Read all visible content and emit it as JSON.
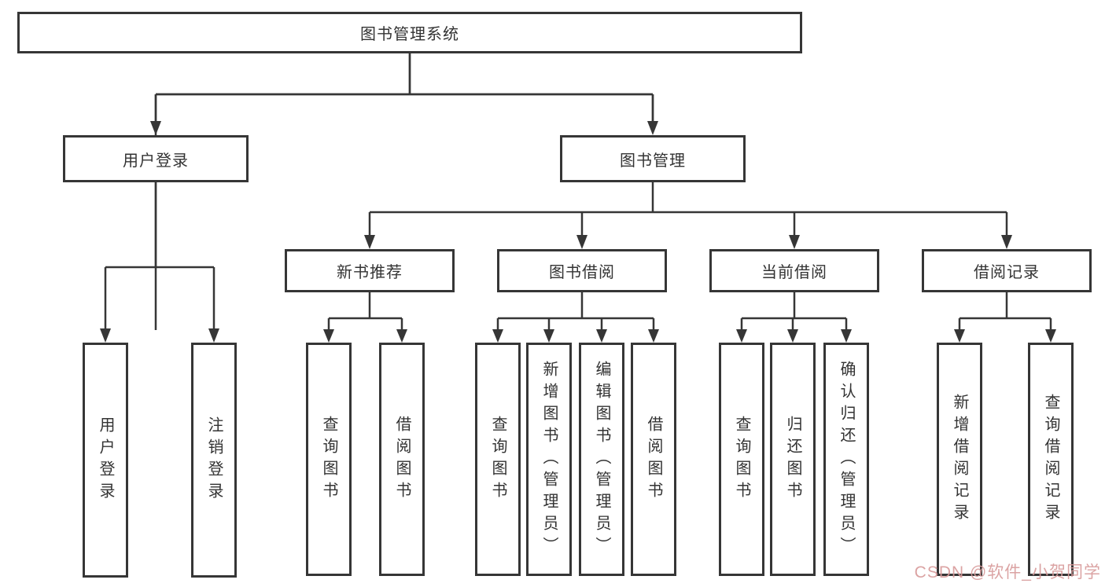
{
  "tree": {
    "root": {
      "label": "图书管理系统"
    },
    "children": [
      {
        "label": "用户登录",
        "children": [
          {
            "label": "用户登录"
          },
          {
            "label": "注销登录"
          }
        ]
      },
      {
        "label": "图书管理",
        "children": [
          {
            "label": "新书推荐",
            "children": [
              {
                "label": "查询图书"
              },
              {
                "label": "借阅图书"
              }
            ]
          },
          {
            "label": "图书借阅",
            "children": [
              {
                "label": "查询图书"
              },
              {
                "label": "新增图书（管理员）"
              },
              {
                "label": "编辑图书（管理员）"
              },
              {
                "label": "借阅图书"
              }
            ]
          },
          {
            "label": "当前借阅",
            "children": [
              {
                "label": "查询图书"
              },
              {
                "label": "归还图书"
              },
              {
                "label": "确认归还（管理员）"
              }
            ]
          },
          {
            "label": "借阅记录",
            "children": [
              {
                "label": "新增借阅记录"
              },
              {
                "label": "查询借阅记录"
              }
            ]
          }
        ]
      }
    ]
  },
  "watermark": {
    "text": "CSDN @软件_小贺同学"
  },
  "colors": {
    "line": "#363636",
    "box_border": "#363636",
    "text": "#333333",
    "watermark": "#d89a9a",
    "background": "#ffffff"
  }
}
